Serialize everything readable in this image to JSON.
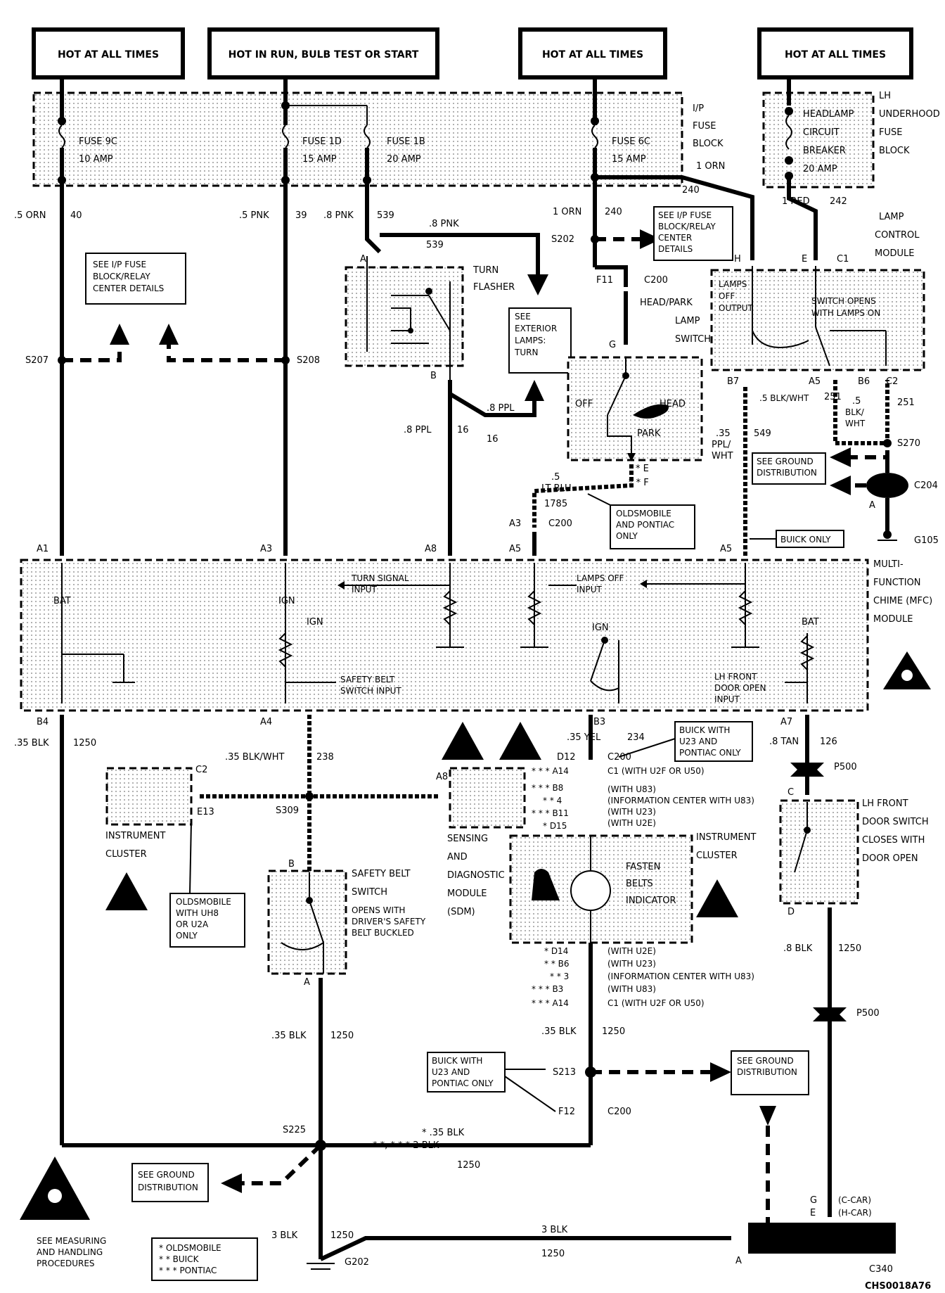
{
  "headers": [
    "HOT AT ALL TIMES",
    "HOT IN RUN, BULB TEST OR START",
    "HOT AT ALL TIMES",
    "HOT AT ALL TIMES"
  ],
  "fuse_block": {
    "label": [
      "I/P",
      "FUSE",
      "BLOCK"
    ],
    "fuses": [
      {
        "name": "FUSE 9C",
        "rating": "10 AMP"
      },
      {
        "name": "FUSE 1D",
        "rating": "15 AMP"
      },
      {
        "name": "FUSE 1B",
        "rating": "20 AMP"
      },
      {
        "name": "FUSE 6C",
        "rating": "15 AMP"
      }
    ]
  },
  "underhood": {
    "label": [
      "LH",
      "UNDERHOOD",
      "FUSE",
      "BLOCK"
    ],
    "breaker": [
      "HEADLAMP",
      "CIRCUIT",
      "BREAKER",
      "20 AMP"
    ]
  },
  "wires": {
    "w1": ".5 ORN",
    "w1n": "40",
    "w2": ".5 PNK",
    "w2n": "39",
    "w3": ".8 PNK",
    "w3n": "539",
    "w3b": ".8 PNK",
    "w3bn": "539",
    "w4a": "1 ORN",
    "w4an": "240",
    "w4b": "1 ORN",
    "w4bn": "240",
    "w5": "1 RED",
    "w5n": "242",
    "w6": ".8 PPL",
    "w6n": "16",
    "w6b": ".8 PPL",
    "w6bn": "16",
    "w7a": ".5",
    "w7b": "LT BLU",
    "w7n": "1785",
    "w8": ".5 BLK/WHT",
    "w8n": "251",
    "w9": ".5",
    "w9b": "BLK/",
    "w9c": "WHT",
    "w9n": "251",
    "w10a": ".35",
    "w10b": "PPL/",
    "w10c": "WHT",
    "w10n": "549",
    "w11": ".35 BLK",
    "w11n": "1250",
    "w12": ".35 BLK/WHT",
    "w12n": "238",
    "w13": ".35 YEL",
    "w13n": "234",
    "w14": ".8 TAN",
    "w14n": "126",
    "w15": ".35 BLK",
    "w15n": "1250",
    "w16": ".35 BLK",
    "w16n": "1250",
    "w17": ".8 BLK",
    "w17n": "1250",
    "w18a": "* .35 BLK",
    "w18b": "* *, * * * 2 BLK",
    "w18n": "1250",
    "w19": "3 BLK",
    "w19n": "1250",
    "w20": "3 BLK",
    "w20n": "1250"
  },
  "splices": {
    "s207": "S207",
    "s208": "S208",
    "s202": "S202",
    "s270": "S270",
    "s309": "S309",
    "s213": "S213",
    "s225": "S225"
  },
  "notes": {
    "see_ip1": [
      "SEE I/P FUSE",
      "BLOCK/RELAY",
      "CENTER DETAILS"
    ],
    "see_ip2": [
      "SEE I/P FUSE",
      "BLOCK/RELAY",
      "CENTER",
      "DETAILS"
    ],
    "see_ext": [
      "SEE",
      "EXTERIOR",
      "LAMPS:",
      "TURN"
    ],
    "olds_pont": [
      "OLDSMOBILE",
      "AND PONTIAC",
      "ONLY"
    ],
    "see_gnd1": [
      "SEE GROUND",
      "DISTRIBUTION"
    ],
    "buick_only": "BUICK ONLY",
    "buick_u23": [
      "BUICK WITH",
      "U23 AND",
      "PONTIAC ONLY"
    ],
    "olds_uh8": [
      "OLDSMOBILE",
      "WITH UH8",
      "OR U2A",
      "ONLY"
    ],
    "buick_u23b": [
      "BUICK WITH",
      "U23 AND",
      "PONTIAC ONLY"
    ],
    "see_gnd2": [
      "SEE GROUND",
      "DISTRIBUTION"
    ],
    "see_gnd3": [
      "SEE GROUND",
      "DISTRIBUTION"
    ],
    "legend": [
      "* OLDSMOBILE",
      "* * BUICK",
      "* * * PONTIAC"
    ],
    "measuring": [
      "SEE MEASURING",
      "AND HANDLING",
      "PROCEDURES"
    ]
  },
  "components": {
    "turn_flasher": [
      "TURN",
      "FLASHER"
    ],
    "headpark": [
      "HEAD/PARK",
      "LAMP",
      "SWITCH"
    ],
    "hp_off": "OFF",
    "hp_head": "HEAD",
    "hp_park": "PARK",
    "lcm": [
      "LAMP",
      "CONTROL",
      "MODULE"
    ],
    "lcm_lamps": [
      "LAMPS",
      "OFF",
      "OUTPUT"
    ],
    "lcm_sw": [
      "SWITCH OPENS",
      "WITH LAMPS ON"
    ],
    "mfc": [
      "MULTI-",
      "FUNCTION",
      "CHIME (MFC)",
      "MODULE"
    ],
    "mfc_bat": "BAT",
    "mfc_ign": "IGN",
    "mfc_ign2": "IGN",
    "mfc_ign3": "IGN",
    "mfc_bat2": "BAT",
    "mfc_turn": [
      "TURN SIGNAL",
      "INPUT"
    ],
    "mfc_lamps": [
      "LAMPS OFF",
      "INPUT"
    ],
    "mfc_belt": [
      "SAFETY BELT",
      "SWITCH INPUT"
    ],
    "mfc_door": [
      "LH FRONT",
      "DOOR OPEN",
      "INPUT"
    ],
    "ic1": [
      "INSTRUMENT",
      "CLUSTER"
    ],
    "sdm": [
      "SENSING",
      "AND",
      "DIAGNOSTIC",
      "MODULE",
      "(SDM)"
    ],
    "ic2": [
      "INSTRUMENT",
      "CLUSTER"
    ],
    "fasten": [
      "FASTEN",
      "BELTS",
      "INDICATOR"
    ],
    "belt_sw": [
      "SAFETY BELT",
      "SWITCH",
      "OPENS WITH",
      "DRIVER'S SAFETY",
      "BELT BUCKLED"
    ],
    "door_sw": [
      "LH FRONT",
      "DOOR SWITCH",
      "CLOSES WITH",
      "DOOR OPEN"
    ]
  },
  "connectors": {
    "a": "A",
    "b": "B",
    "f11": "F11",
    "c200": "C200",
    "g": "G",
    "h": "H",
    "e": "E",
    "c1": "C1",
    "b7": "B7",
    "a5lcm": "A5",
    "b6": "B6",
    "c2": "C2",
    "ef": "* E",
    "ef2": "* * F",
    "a3": "A3",
    "c200b": "C200",
    "a5b": "A5",
    "c204": "C204",
    "c204a": "A",
    "g105": "G105",
    "a1": "A1",
    "a3b": "A3",
    "a8": "A8",
    "a5c": "A5",
    "a5d": "A5",
    "b4": "B4",
    "a4": "A4",
    "b3": "B3",
    "a7": "A7",
    "d12": "D12",
    "c200c": "C200",
    "c1x": "C1 (WITH U2F OR U50)",
    "pins_top": [
      "* * * A14",
      "* * * B8",
      "* * 4",
      "* * * B11",
      "* D15"
    ],
    "pin_desc_top": [
      "(WITH U83)",
      "(INFORMATION CENTER WITH U83)",
      "(WITH U23)",
      "(WITH U2E)"
    ],
    "pins_bot": [
      "* D14",
      "* * B6",
      "* * 3",
      "* * * B3",
      "* * * A14"
    ],
    "pin_desc_bot": [
      "(WITH U2E)",
      "(WITH U23)",
      "(INFORMATION CENTER WITH U83)",
      "(WITH U83)",
      "C1 (WITH U2F OR U50)"
    ],
    "p500": "P500",
    "p500b": "P500",
    "c": "C",
    "d": "D",
    "ic_c2": "C2",
    "ic_e13": "E13",
    "sdm_a8": "A8",
    "bs_b": "B",
    "bs_a": "A",
    "f12": "F12",
    "c200d": "C200",
    "g202": "G202",
    "c340": "C340",
    "c340a": "A",
    "c340g": "G",
    "c340e": "E",
    "ccar": "(C-CAR)",
    "hcar": "(H-CAR)"
  },
  "code": "CHS0018A76"
}
